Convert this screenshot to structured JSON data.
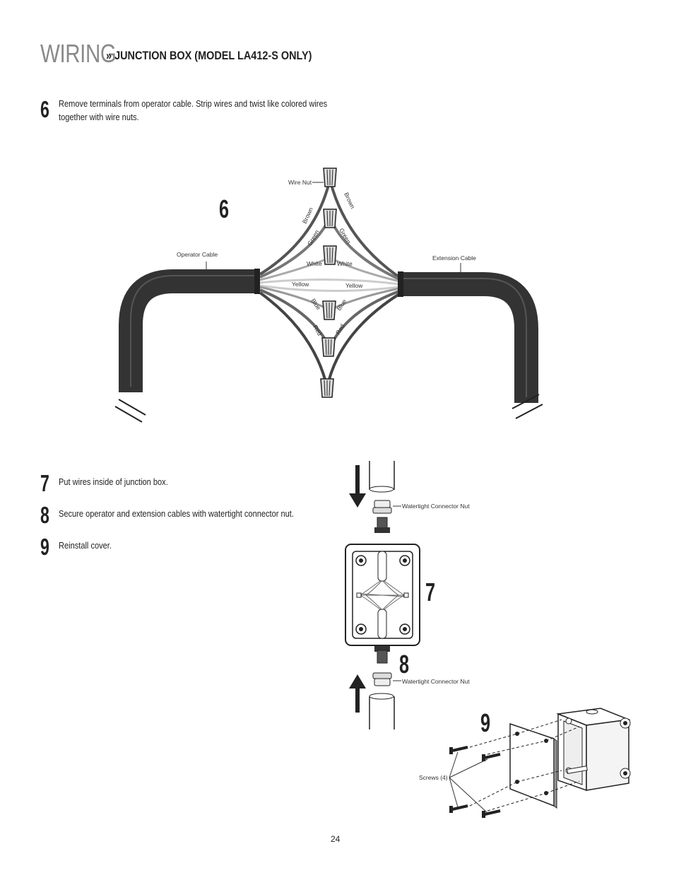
{
  "header": {
    "title": "WIRING",
    "separator": "»",
    "subtitle": "JUNCTION BOX (MODEL LA412-S ONLY)"
  },
  "steps": [
    {
      "num": "6",
      "text_lines": [
        "Remove terminals from operator cable. Strip wires and twist like colored wires",
        "together with wire nuts."
      ]
    },
    {
      "num": "7",
      "text_lines": [
        "Put wires inside of junction box."
      ]
    },
    {
      "num": "8",
      "text_lines": [
        "Secure operator and extension cables with watertight connector nut."
      ]
    },
    {
      "num": "9",
      "text_lines": [
        "Reinstall cover."
      ]
    }
  ],
  "figure6": {
    "number": "6",
    "labels": {
      "wire_nut": "Wire Nut",
      "operator_cable": "Operator Cable",
      "extension_cable": "Extension Cable"
    },
    "wires": {
      "brown": "Brown",
      "green": "Green",
      "white": "White",
      "yellow": "Yellow",
      "blue": "Blue",
      "red": "Red"
    }
  },
  "figure7": {
    "number7": "7",
    "number8": "8",
    "connector_top": "Watertight Connector Nut",
    "connector_bottom": "Watertight Connector Nut"
  },
  "figure9": {
    "number": "9",
    "screws": "Screws (4)"
  },
  "page_number": "24"
}
